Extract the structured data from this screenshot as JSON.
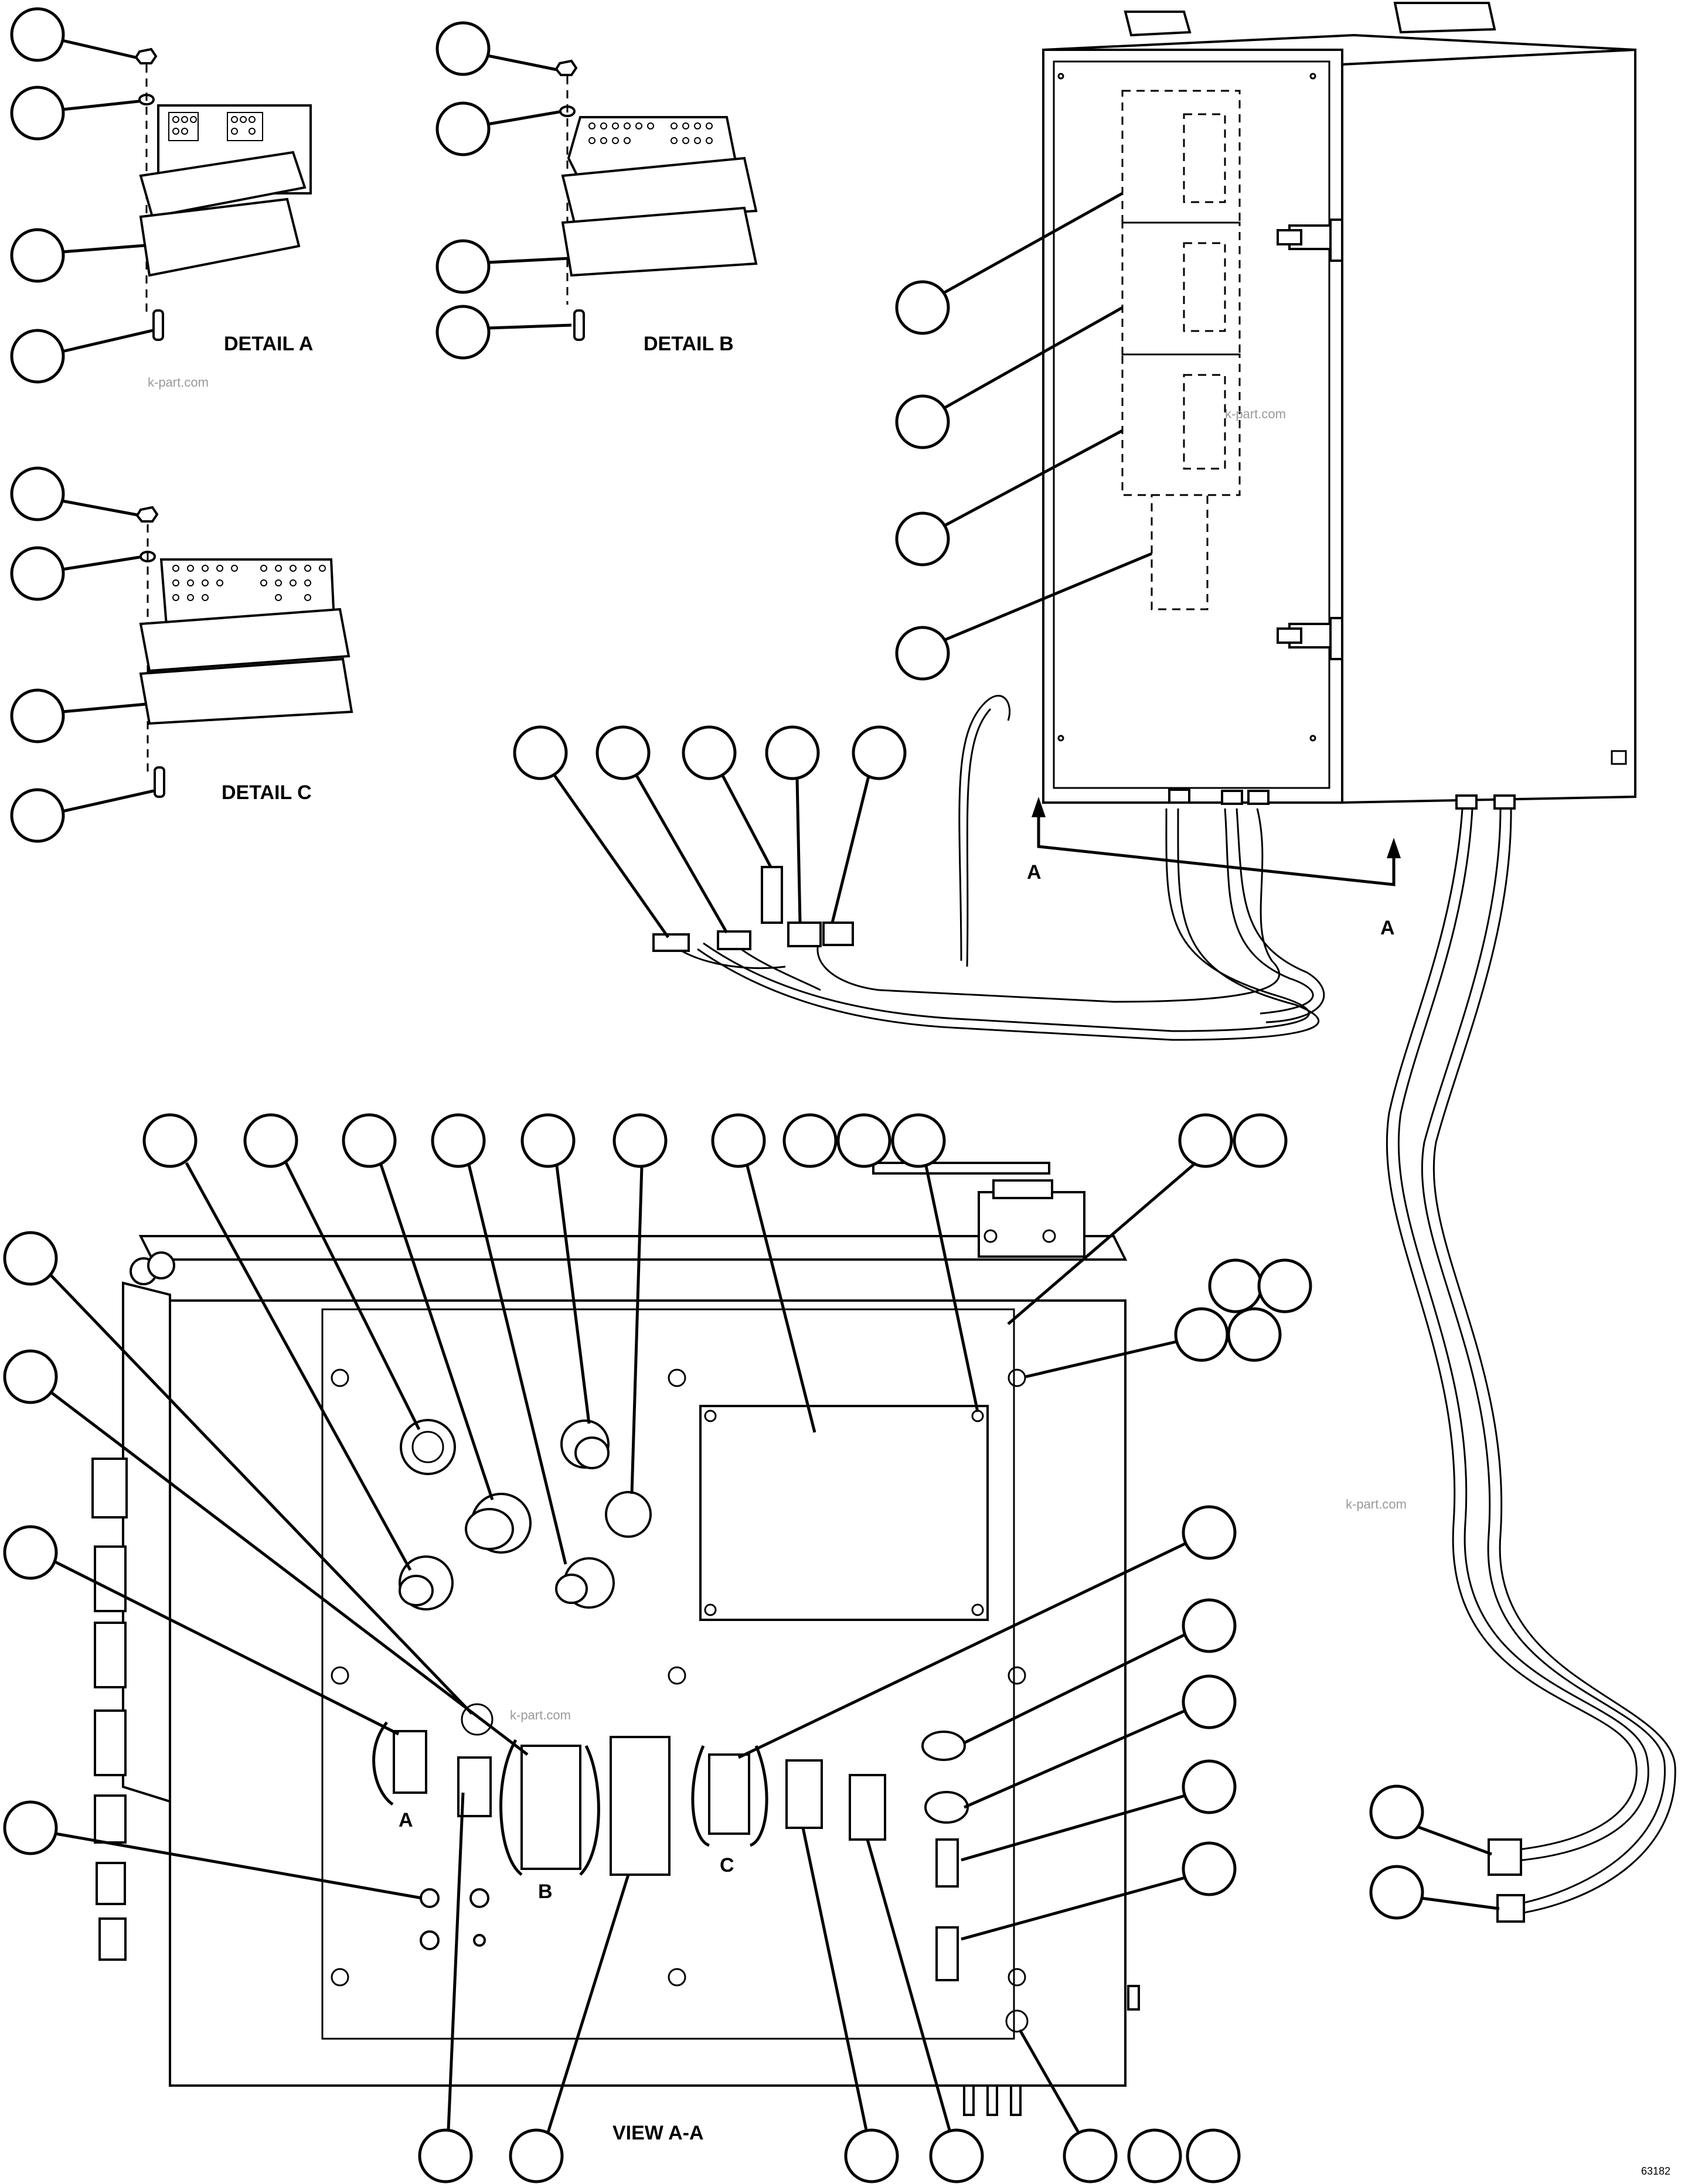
{
  "details": {
    "a": "DETAIL A",
    "b": "DETAIL B",
    "c": "DETAIL C"
  },
  "view_label": "VIEW A-A",
  "section_marks": [
    "A",
    "A"
  ],
  "connector_marks": [
    "A",
    "B",
    "C"
  ],
  "watermark": "k-part.com",
  "figure_id": "63182"
}
